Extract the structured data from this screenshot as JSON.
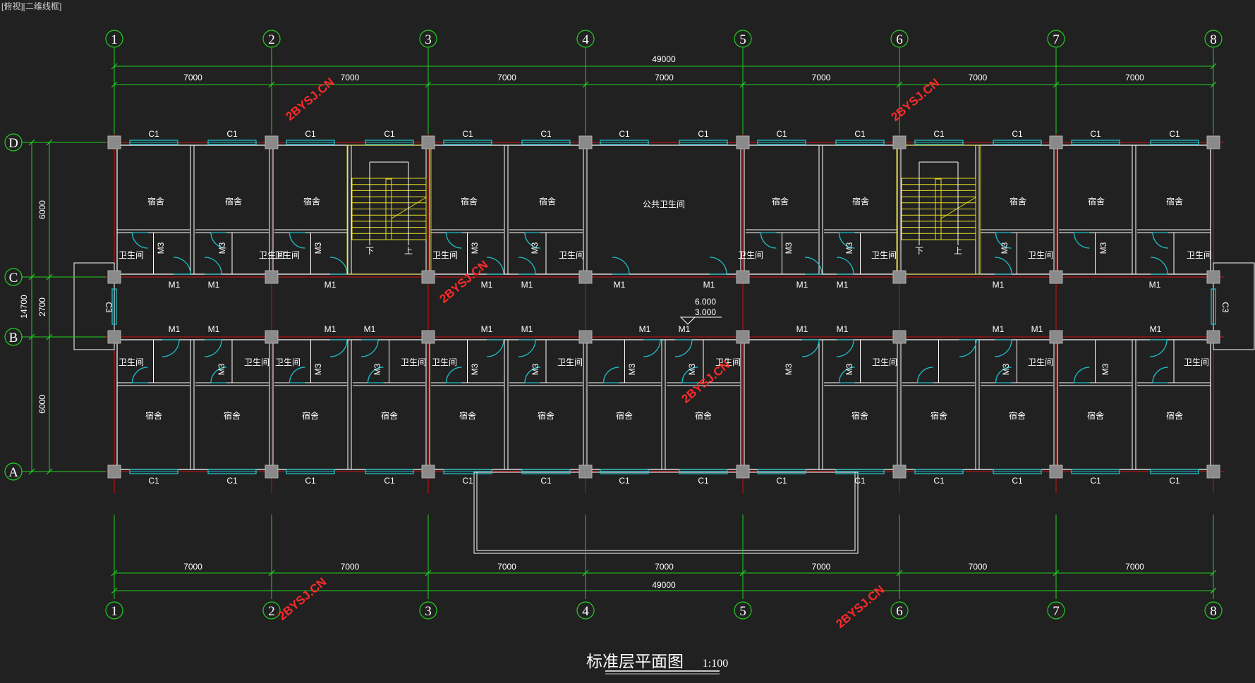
{
  "viewport_label": "[俯视][二维线框]",
  "axes": {
    "columns": [
      "1",
      "2",
      "3",
      "4",
      "5",
      "6",
      "7",
      "8"
    ],
    "rows": [
      "D",
      "C",
      "B",
      "A"
    ]
  },
  "dimensions": {
    "total": "49000",
    "bay": "7000",
    "left": [
      "6000",
      "2700",
      "6000"
    ],
    "overall_depth": "14700"
  },
  "labels": {
    "dorm": "宿舍",
    "toilet": "卫生间",
    "public_toilet": "公共卫生间",
    "window_c1": "C1",
    "window_c3": "C3",
    "door_m1": "M1",
    "door_m3": "M3",
    "stair_down": "下",
    "stair_up": "上",
    "level_1": "6.000",
    "level_2": "3.000"
  },
  "title": "标准层平面图",
  "scale": "1:100",
  "watermark": "2BYSJ.CN",
  "colors": {
    "background": "#212121",
    "axis_green": "#20d020",
    "wall": "#ffffff",
    "axis_line": "#d01010",
    "window": "#1fc0c8",
    "stair": "#e8e020",
    "column": "#8a8a8a",
    "watermark": "#ff2a2a"
  }
}
